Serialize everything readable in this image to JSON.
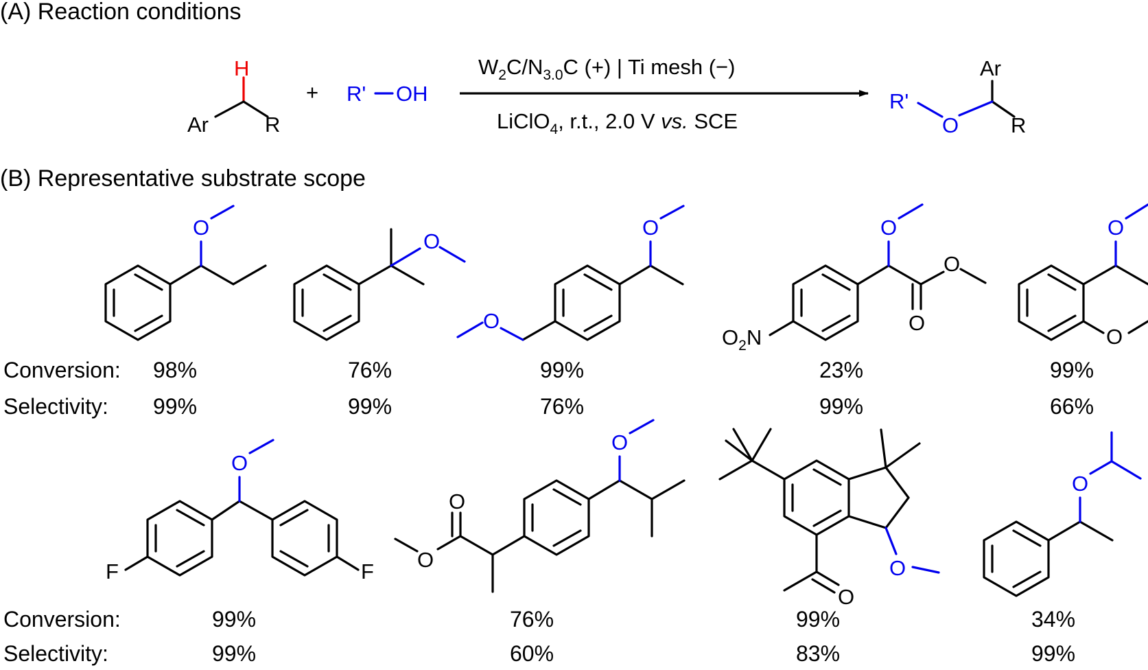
{
  "panel_a": {
    "title": "(A) Reaction conditions",
    "reactant_h": "H",
    "reactant_ar": "Ar",
    "reactant_r": "R",
    "plus": "+",
    "alcohol_r": "R'",
    "alcohol_oh": "OH",
    "conditions_top": {
      "w": "W",
      "w_sub": "2",
      "c_n": "C/N",
      "n_sub": "3.0",
      "rest": "C (+) | Ti mesh (−)"
    },
    "conditions_bottom": {
      "li": "LiClO",
      "li_sub": "4",
      "mid": ", r.t., 2.0 V ",
      "vs": "vs.",
      "end": " SCE"
    },
    "product_ar": "Ar",
    "product_r": "R",
    "product_rprime": "R'",
    "product_o": "O"
  },
  "panel_b": {
    "title": "(B) Representative substrate scope",
    "row_labels": {
      "conversion": "Conversion:",
      "selectivity": "Selectivity:"
    },
    "row1": [
      {
        "conversion": "98%",
        "selectivity": "99%"
      },
      {
        "conversion": "76%",
        "selectivity": "99%"
      },
      {
        "conversion": "99%",
        "selectivity": "76%"
      },
      {
        "conversion": "23%",
        "selectivity": "99%"
      },
      {
        "conversion": "99%",
        "selectivity": "66%"
      }
    ],
    "row2": [
      {
        "conversion": "99%",
        "selectivity": "99%"
      },
      {
        "conversion": "76%",
        "selectivity": "60%"
      },
      {
        "conversion": "99%",
        "selectivity": "83%"
      },
      {
        "conversion": "34%",
        "selectivity": "99%"
      }
    ],
    "atoms": {
      "o": "O",
      "o2n": "O",
      "o2n_sub": "2",
      "o2n_n": "N",
      "f": "F"
    }
  }
}
